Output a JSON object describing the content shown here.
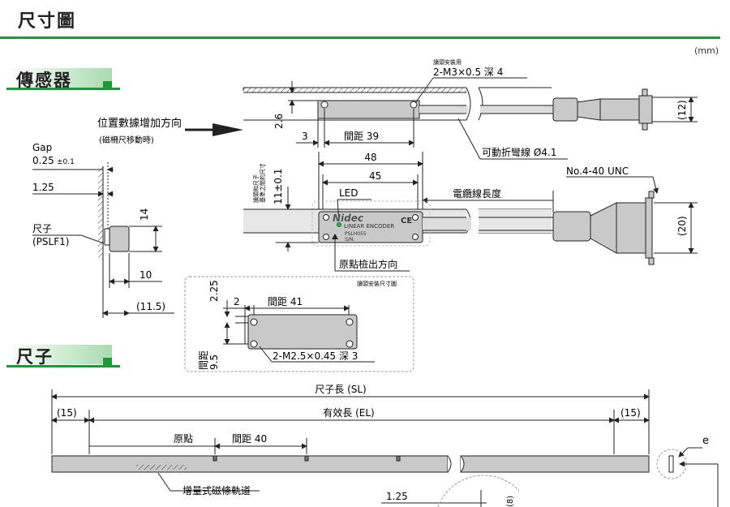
{
  "page_title": "尺寸圖",
  "unit": "(mm)",
  "sections": {
    "sensor": "傳感器",
    "scale": "尺子"
  },
  "sensor_side": {
    "direction": "位置數據增加方向",
    "direction_sub": "(磁柵尺移動時)",
    "gap_label": "Gap",
    "gap_value": "0.25",
    "gap_tol": "±0.1",
    "d_125": "1.25",
    "ruler_label": "尺子",
    "ruler_model": "(PSLF1)",
    "d_14": "14",
    "d_10": "10",
    "d_115": "(11.5)"
  },
  "sensor_top": {
    "mount_note": "讀頭安裝用",
    "mount_holes": "2-M3×0.5 深 4",
    "d_26": "2.6",
    "d_3": "3",
    "pitch39": "間距 39",
    "cable": "可動折彎線 Ø4.1",
    "d_12": "(12)"
  },
  "sensor_front": {
    "d_48": "48",
    "d_45": "45",
    "connector": "No.4-40 UNC",
    "cable_len": "電纜線長度",
    "ref_note_1": "讀頭和尺子",
    "ref_note_2": "基準之間的尺寸",
    "d_11": "11±0.1",
    "led": "LED",
    "logo": "Nidec",
    "product": "LINEAR ENCODER",
    "model": "PSLH055",
    "sn": "S/N.",
    "d_20": "(20)",
    "origin_dir": "原點檢出方向"
  },
  "mount_detail": {
    "title": "讀頭安裝尺寸圖",
    "d_225": "2.25",
    "d_2": "2",
    "pitch41": "間距 41",
    "pitch_v": "間距",
    "d_95": "9.5",
    "holes": "2-M2.5×0.45 深 3"
  },
  "scale": {
    "sl": "尺子長 (SL)",
    "el": "有效長 (EL)",
    "d_15l": "(15)",
    "d_15r": "(15)",
    "origin": "原點",
    "pitch40": "間距 40",
    "track": "增量式磁條軌道",
    "d_125": "1.25",
    "e": "e",
    "d_8": "(8)"
  }
}
